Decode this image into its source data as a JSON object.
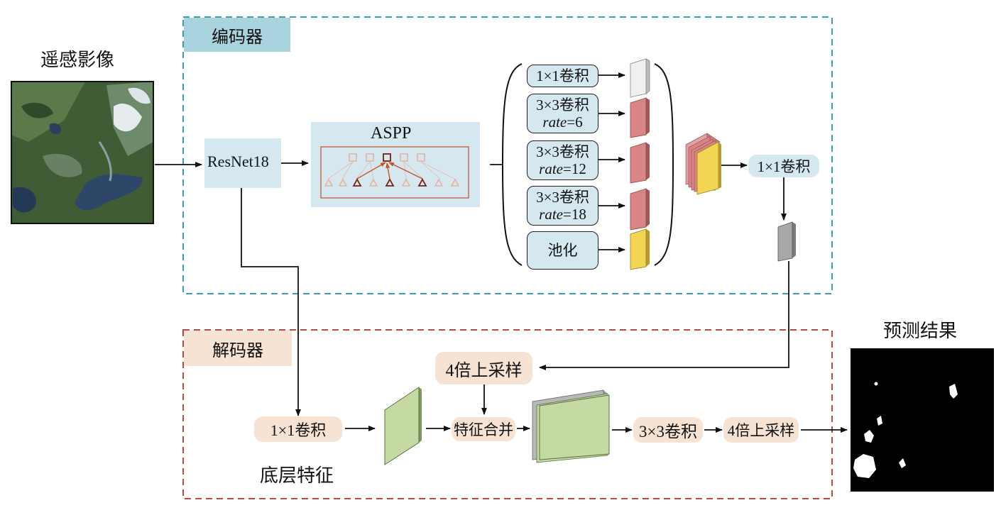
{
  "input": {
    "title": "遥感影像"
  },
  "output": {
    "title": "预测结果"
  },
  "encoder": {
    "tag": "编码器",
    "backbone": "ResNet18",
    "aspp_title": "ASPP",
    "branches": [
      {
        "line1": "1×1卷积",
        "line2": ""
      },
      {
        "line1": "3×3卷积",
        "rate_key": "rate",
        "rate_val": "=6"
      },
      {
        "line1": "3×3卷积",
        "rate_key": "rate",
        "rate_val": "=12"
      },
      {
        "line1": "3×3卷积",
        "rate_key": "rate",
        "rate_val": "=18"
      },
      {
        "line1": "池化",
        "line2": ""
      }
    ],
    "fuse_conv": "1×1卷积"
  },
  "decoder": {
    "tag": "解码器",
    "upsample_top": "4倍上采样",
    "low_conv": "1×1卷积",
    "low_feature_label": "底层特征",
    "concat": "特征合并",
    "conv3": "3×3卷积",
    "upsample_out": "4倍上采样"
  },
  "colors": {
    "encoder_border": "#3a9fb3",
    "decoder_border": "#b8484a",
    "encoder_tag": "#a9d3df",
    "decoder_tag": "#f7e3d4",
    "box_blue": "#d5e8f0",
    "feature_white": "#f0f0f0",
    "feature_pink": "#d98585",
    "feature_yellow": "#f2d553",
    "feature_gray": "#a8a8a8",
    "feature_green": "#c5d9a3"
  }
}
